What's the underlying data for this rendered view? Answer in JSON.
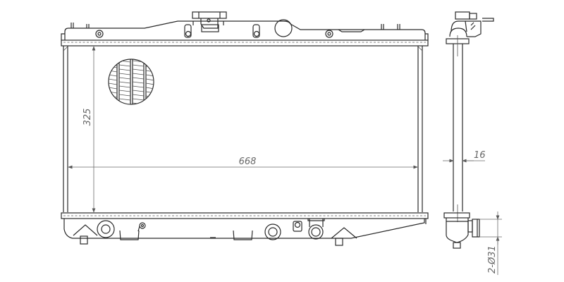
{
  "drawing": {
    "subject": "radiator",
    "views": [
      "front-view",
      "side-view"
    ],
    "line_color": "#2a2a2a",
    "dimension_color": "#6a6a6a",
    "background": "#ffffff"
  },
  "dimensions": {
    "core_width": "668",
    "core_height": "325",
    "core_thickness": "16",
    "outlet_diameter": "2-Ø31"
  }
}
